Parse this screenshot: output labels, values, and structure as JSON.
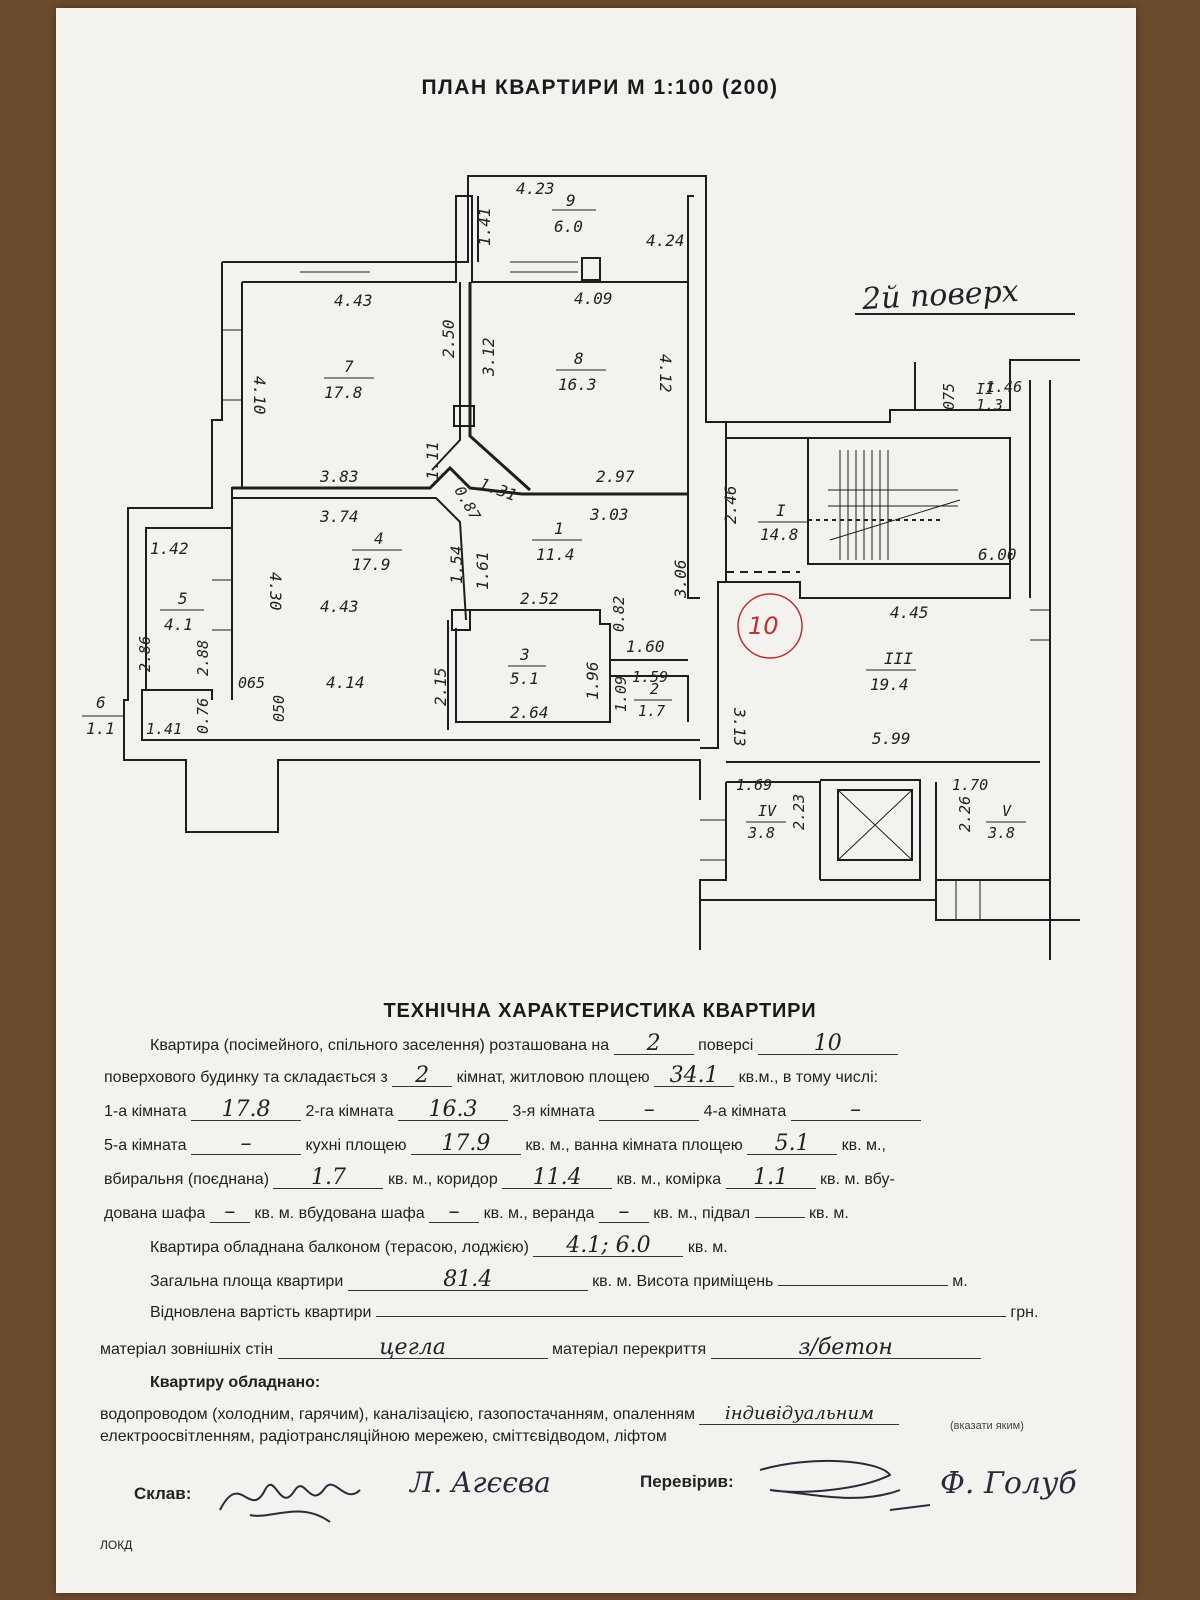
{
  "plan_title": "ПЛАН КВАРТИРИ М 1:100 (200)",
  "floor_note": "2й поверх",
  "circle_label": "10",
  "rooms": {
    "r1": {
      "num": "1",
      "area": "11.4"
    },
    "r2": {
      "num": "2",
      "area": "1.7"
    },
    "r3": {
      "num": "3",
      "area": "5.1"
    },
    "r4": {
      "num": "4",
      "area": "17.9"
    },
    "r5": {
      "num": "5",
      "area": "4.1"
    },
    "r6": {
      "num": "6",
      "area": "1.1"
    },
    "r7": {
      "num": "7",
      "area": "17.8"
    },
    "r8": {
      "num": "8",
      "area": "16.3"
    },
    "r9": {
      "num": "9",
      "area": "6.0"
    },
    "rI": {
      "num": "I",
      "area": "14.8"
    },
    "rII": {
      "num": "II",
      "area": "1.3"
    },
    "rIII": {
      "num": "III",
      "area": "19.4"
    },
    "rIV": {
      "num": "IV",
      "area": "3.8"
    },
    "rV": {
      "num": "V",
      "area": "3.8"
    }
  },
  "dims": {
    "d423": "4.23",
    "d141": "1.41",
    "d424": "4.24",
    "d443a": "4.43",
    "d409": "4.09",
    "d250": "2.50",
    "d312": "3.12",
    "d410": "4.10",
    "d412": "4.12",
    "d383": "3.83",
    "d297": "2.97",
    "d111": "1.11",
    "d131": "1.31",
    "d087": "0.87",
    "d374": "3.74",
    "d303": "3.03",
    "d142": "1.42",
    "d430": "4.30",
    "d443b": "4.43",
    "d154": "1.54",
    "d161": "1.61",
    "d306": "3.06",
    "d252": "2.52",
    "d082": "0.82",
    "d160": "1.60",
    "d286": "2.86",
    "d288": "2.88",
    "d065": "065",
    "d050": "050",
    "d414": "4.14",
    "d215": "2.15",
    "d196": "1.96",
    "d109": "1.09",
    "d159": "1.59",
    "d264": "2.64",
    "d141b": "1.41",
    "d076": "0.76",
    "d246": "2.46",
    "d600": "6.00",
    "d075": "075",
    "d146": "1.46",
    "d445": "4.45",
    "d313": "3.13",
    "d599": "5.99",
    "d169": "1.69",
    "d223": "2.23",
    "d170": "1.70",
    "d226": "2.26"
  },
  "tech": {
    "title": "ТЕХНІЧНА ХАРАКТЕРИСТИКА КВАРТИРИ",
    "l1_a": "Квартира (посімейного, спільного заселення) розташована на",
    "l1_b": "поверсі",
    "floor": "2",
    "floors_total": "10",
    "l2_a": "поверхового будинку та складається з",
    "l2_b": "кімнат, житловою площею",
    "l2_c": "кв.м., в тому числі:",
    "rooms_count": "2",
    "living_area": "34.1",
    "l3_a": "1-а кімната",
    "l3_b": "2-га кімната",
    "l3_c": "3-я кімната",
    "l3_d": "4-а кімната",
    "room1": "17.8",
    "room2": "16.3",
    "room3": "–",
    "room4": "–",
    "l4_a": "5-а кімната",
    "l4_b": "кухні площею",
    "l4_c": "кв. м., ванна кімната площею",
    "l4_d": "кв. м.,",
    "room5": "–",
    "kitchen": "17.9",
    "bathroom": "5.1",
    "l5_a": "вбиральня (поєднана)",
    "l5_b": "кв. м., коридор",
    "l5_c": "кв. м., комірка",
    "l5_d": "кв. м. вбу-",
    "toilet": "1.7",
    "corridor": "11.4",
    "closet": "1.1",
    "l6_a": "дована шафа",
    "l6_b": "кв. м. вбудована шафа",
    "l6_c": "кв. м., веранда",
    "l6_d": "кв. м., підвал",
    "l6_e": "кв. м.",
    "wardrobe1": "–",
    "wardrobe2": "–",
    "veranda": "–",
    "basement": "",
    "l7_a": "Квартира обладнана балконом (терасою, лоджією)",
    "l7_b": "кв. м.",
    "balcony": "4.1; 6.0",
    "l8_a": "Загальна площа квартири",
    "l8_b": "кв. м. Висота приміщень",
    "l8_c": "м.",
    "total_area": "81.4",
    "height": "",
    "l9_a": "Відновлена вартість квартири",
    "l9_b": "грн.",
    "cost": "",
    "l10_a": "матеріал зовнішніх стін",
    "l10_b": "матеріал перекриття",
    "walls": "цегла",
    "slab": "з/бетон",
    "l11": "Квартиру обладнано:",
    "l12_a": "водопроводом (холодним, гарячим), каналізацією, газопостачанням, опаленням",
    "heating": "індивідуальним",
    "heating_hint": "(вказати яким)",
    "l13": "електроосвітленням, радіотрансляційною мережею, сміттєвідводом, ліфтом",
    "compiled_label": "Склав:",
    "compiled_name": "Л. Агєєва",
    "checked_label": "Перевірив:",
    "checked_name": "Ф. Голуб",
    "footer": "ЛОКД"
  }
}
